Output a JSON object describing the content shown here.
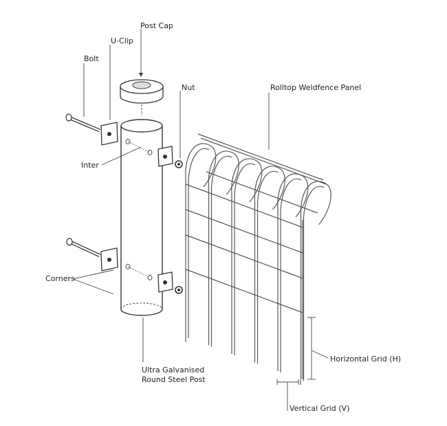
{
  "labels": {
    "post_cap": "Post Cap",
    "u_clip": "U-Clip",
    "bolt": "Bolt",
    "nut": "Nut",
    "panel": "Rolltop Weldfence Panel",
    "inter": "Inter",
    "corners": "Corners",
    "post_line1": "Ultra Galvanised",
    "post_line2": "Round Steel Post",
    "horizontal_grid": "Horizontal Grid (H)",
    "vertical_grid": "Vertical Grid (V)"
  }
}
